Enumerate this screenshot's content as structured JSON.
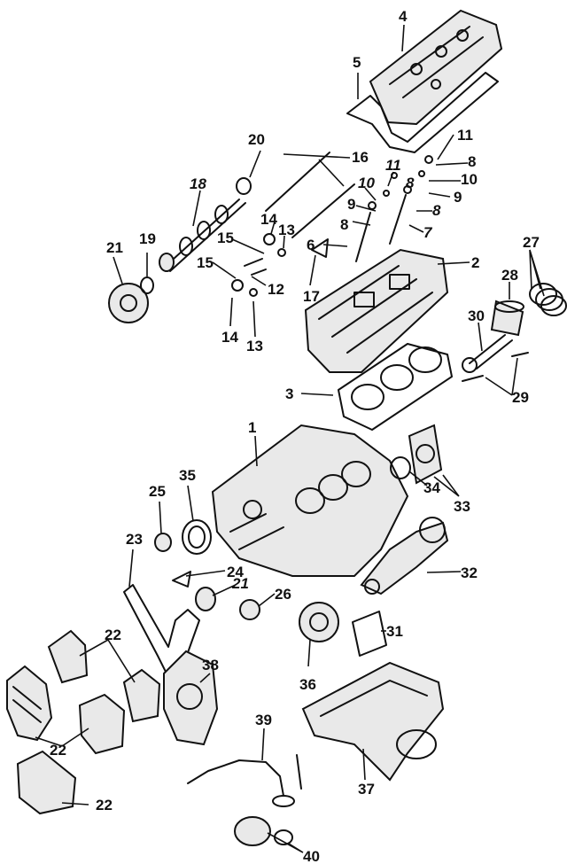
{
  "diagram": {
    "callouts": {
      "c1": "1",
      "c2": "2",
      "c3": "3",
      "c4": "4",
      "c5": "5",
      "c6": "6",
      "c7": "7",
      "c8a": "8",
      "c8b": "8",
      "c8c": "8",
      "c8d": "8",
      "c9a": "9",
      "c9b": "9",
      "c10a": "10",
      "c10b": "10",
      "c11a": "11",
      "c11b": "11",
      "c12": "12",
      "c13a": "13",
      "c13b": "13",
      "c14a": "14",
      "c14b": "14",
      "c15a": "15",
      "c15b": "15",
      "c16": "16",
      "c17": "17",
      "c18": "18",
      "c19": "19",
      "c20": "20",
      "c21a": "21",
      "c21b": "21",
      "c22a": "22",
      "c22b": "22",
      "c22c": "22",
      "c23": "23",
      "c24": "24",
      "c25": "25",
      "c26": "26",
      "c27": "27",
      "c28": "28",
      "c29": "29",
      "c30": "30",
      "c31": "31",
      "c32": "32",
      "c33": "33",
      "c34": "34",
      "c35": "35",
      "c36": "36",
      "c37": "37",
      "c38": "38",
      "c39": "39",
      "c40": "40"
    }
  }
}
